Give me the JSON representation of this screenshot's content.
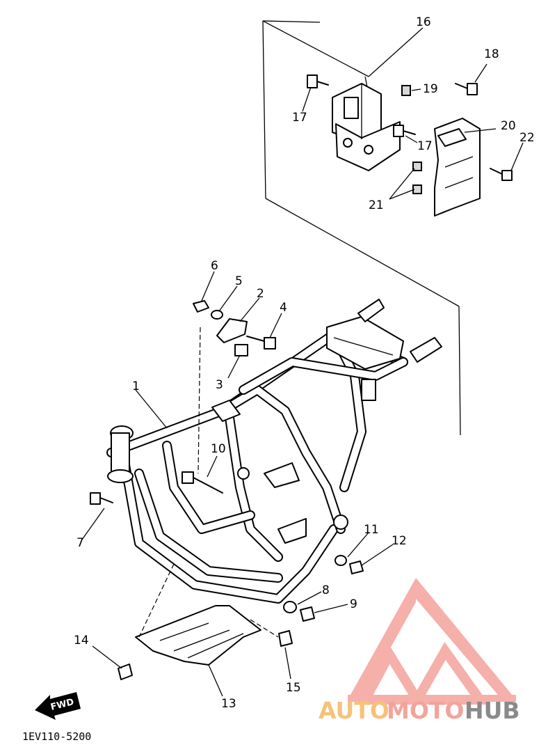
{
  "diagram": {
    "callouts": {
      "c1": "1",
      "c2": "2",
      "c3": "3",
      "c4": "4",
      "c5": "5",
      "c6": "6",
      "c7": "7",
      "c8": "8",
      "c9": "9",
      "c10": "10",
      "c11": "11",
      "c12": "12",
      "c13": "13",
      "c14": "14",
      "c15": "15",
      "c16": "16",
      "c17a": "17",
      "c17b": "17",
      "c18": "18",
      "c19": "19",
      "c20": "20",
      "c21": "21",
      "c22": "22"
    },
    "fwd_label": "FWD",
    "drawing_code": "1EV110-5200"
  },
  "watermark": {
    "part1": "AUTO",
    "part2": "MOTO",
    "part3": "HUB",
    "colors": {
      "logo": "#f4a39b",
      "auto": "#f6c27a",
      "moto": "#f4a39b",
      "hub": "#8a8a8a"
    }
  }
}
